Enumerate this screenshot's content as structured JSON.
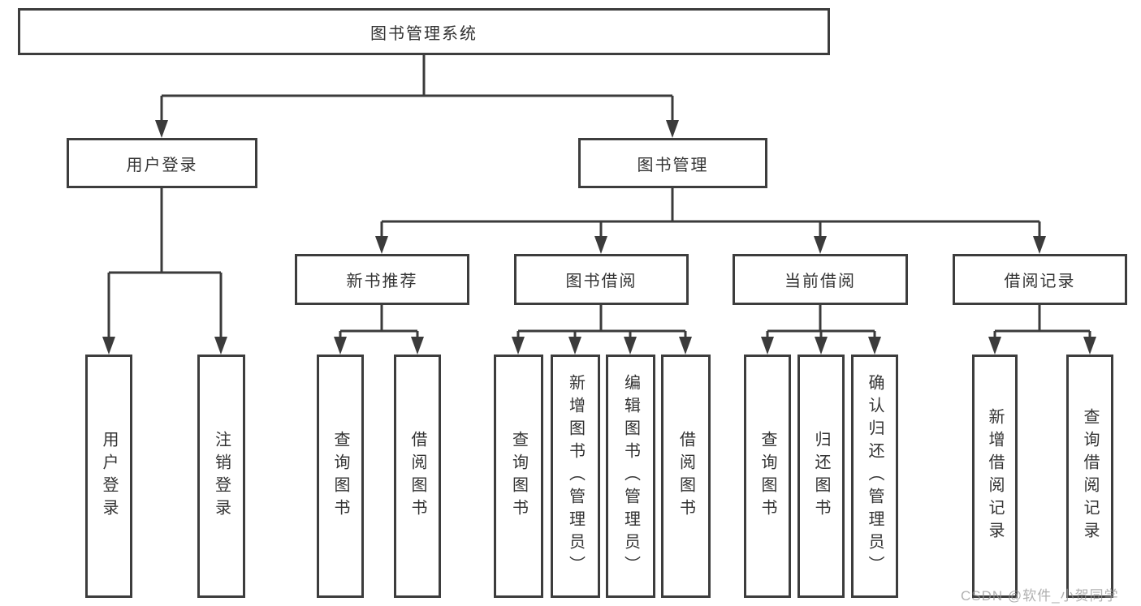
{
  "tree": {
    "label": "图书管理系统",
    "children": [
      {
        "label": "用户登录",
        "children": [
          {
            "label": "用户登录"
          },
          {
            "label": "注销登录"
          }
        ]
      },
      {
        "label": "图书管理",
        "children": [
          {
            "label": "新书推荐",
            "children": [
              {
                "label": "查询图书"
              },
              {
                "label": "借阅图书"
              }
            ]
          },
          {
            "label": "图书借阅",
            "children": [
              {
                "label": "查询图书"
              },
              {
                "label": "新增图书（管理员）"
              },
              {
                "label": "编辑图书（管理员）"
              },
              {
                "label": "借阅图书"
              }
            ]
          },
          {
            "label": "当前借阅",
            "children": [
              {
                "label": "查询图书"
              },
              {
                "label": "归还图书"
              },
              {
                "label": "确认归还（管理员）"
              }
            ]
          },
          {
            "label": "借阅记录",
            "children": [
              {
                "label": "新增借阅记录"
              },
              {
                "label": "查询借阅记录"
              }
            ]
          }
        ]
      }
    ]
  },
  "watermark": "CSDN @软件_小贺同学",
  "colors": {
    "line": "#3b3b3b",
    "box_border": "#3d3d3d",
    "text": "#333333",
    "watermark": "#969696",
    "background": "#ffffff"
  }
}
